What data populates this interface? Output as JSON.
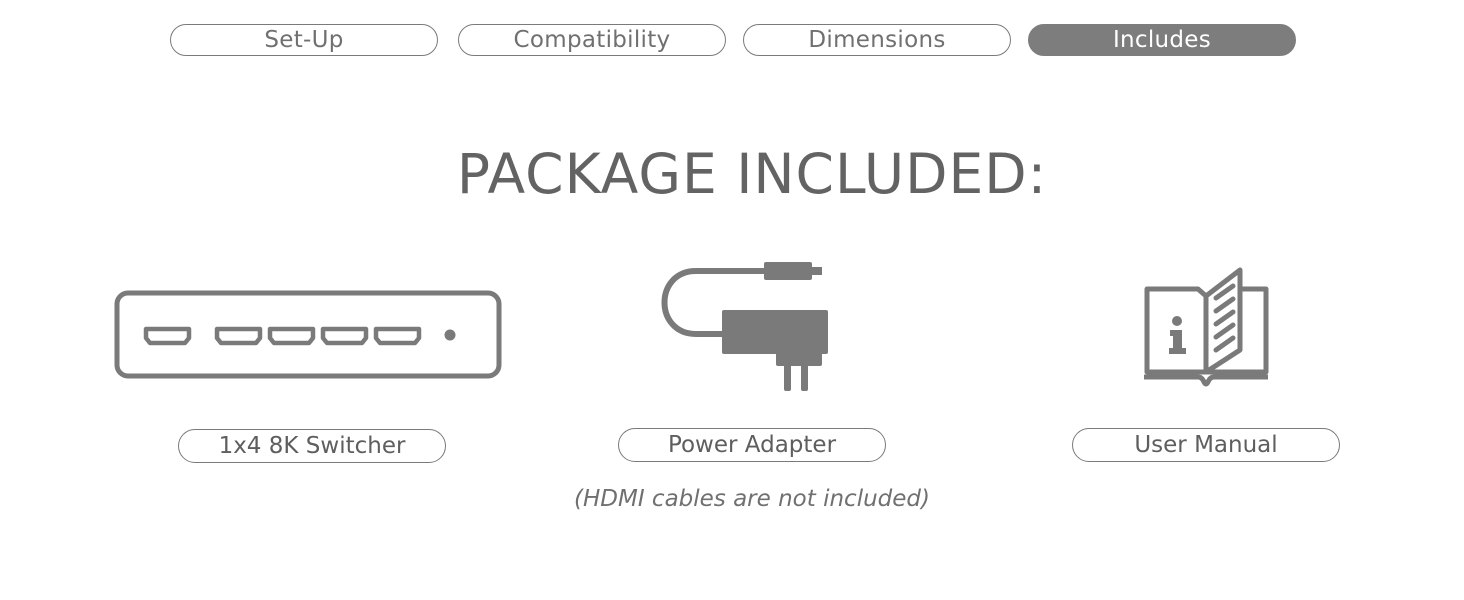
{
  "tabs": [
    {
      "label": "Set-Up",
      "active": false
    },
    {
      "label": "Compatibility",
      "active": false
    },
    {
      "label": "Dimensions",
      "active": false
    },
    {
      "label": "Includes",
      "active": true
    }
  ],
  "heading": "PACKAGE INCLUDED:",
  "items": [
    {
      "icon": "hdmi-switcher-icon",
      "label": "1x4 8K Switcher"
    },
    {
      "icon": "power-adapter-icon",
      "label": "Power Adapter"
    },
    {
      "icon": "user-manual-icon",
      "label": "User Manual"
    }
  ],
  "note": "(HDMI cables are not included)",
  "colors": {
    "icon_gray": "#7a7a7a",
    "active_tab": "#7d7d7d",
    "text": "#6e6e6e"
  }
}
